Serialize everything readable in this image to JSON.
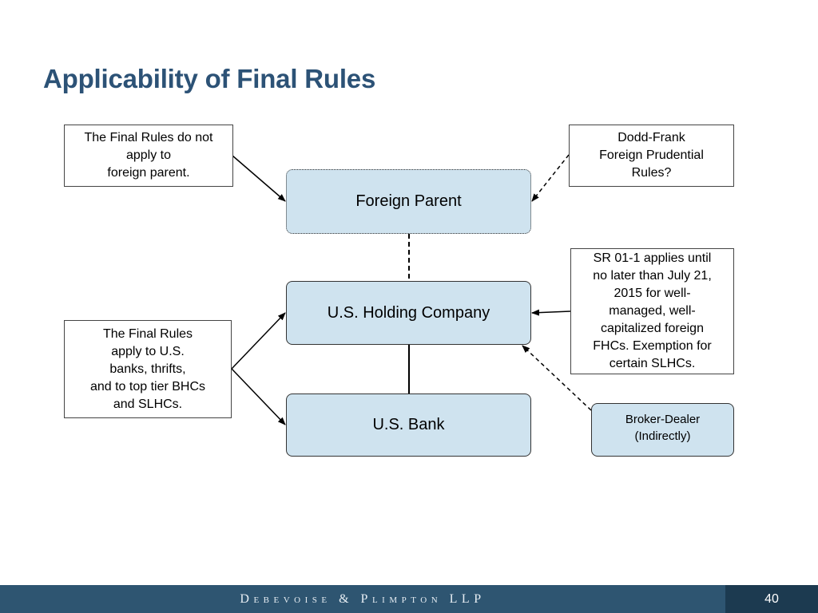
{
  "slide": {
    "title": "Applicability of Final Rules"
  },
  "notes": {
    "foreign_parent_note": "The Final Rules do not\napply to\nforeign parent.",
    "dodd_frank_note": "Dodd-Frank\nForeign Prudential\nRules?",
    "sr_note": "SR 01-1 applies until\nno later than July 21,\n2015 for well-\nmanaged, well-\ncapitalized foreign\nFHCs. Exemption for\ncertain SLHCs.",
    "us_entities_note": "The Final Rules\napply to U.S.\nbanks, thrifts,\nand to top tier BHCs\nand SLHCs."
  },
  "entities": {
    "foreign_parent": "Foreign Parent",
    "us_holding_company": "U.S. Holding Company",
    "us_bank": "U.S. Bank",
    "broker_dealer": "Broker-Dealer\n(Indirectly)"
  },
  "footer": {
    "firm": "Debevoise & Plimpton LLP",
    "page_number": "40"
  },
  "colors": {
    "title": "#2c5276",
    "entity_fill": "#cfe3ef",
    "footer_bar": "#2e5571",
    "footer_page_box": "#1c3a50"
  }
}
